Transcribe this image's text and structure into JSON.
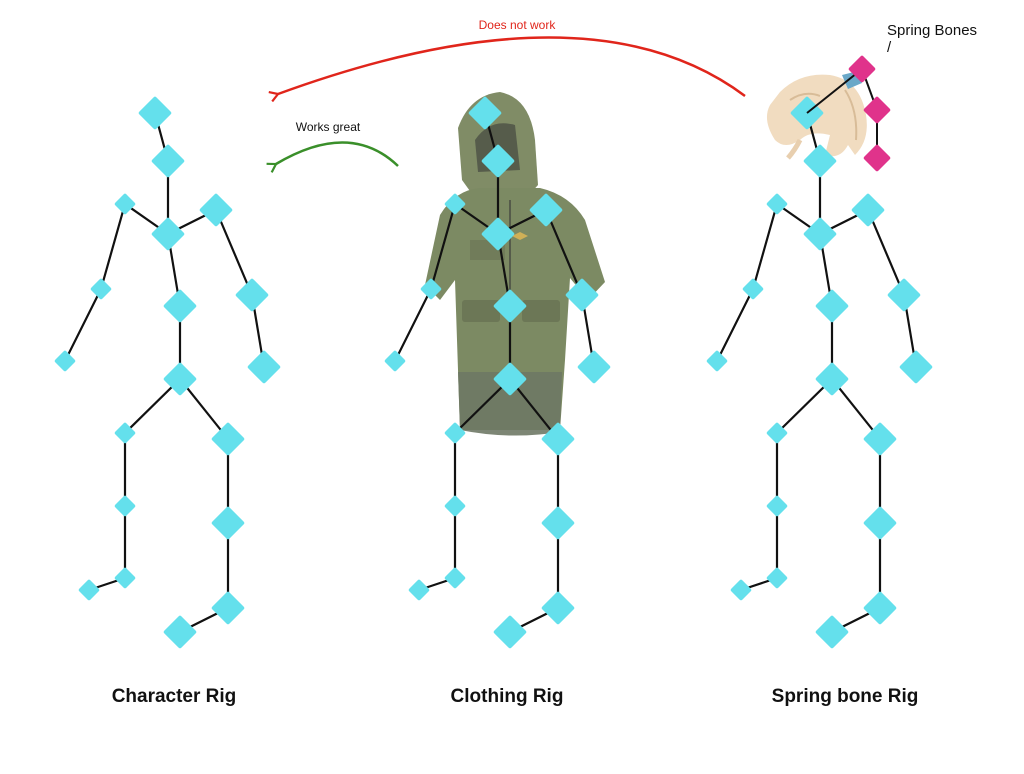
{
  "annotations": {
    "does_not_work": "Does not work",
    "works_great": "Works great",
    "spring_bones": "Spring Bones",
    "spring_bones_slash": "/"
  },
  "captions": {
    "character_rig": "Character Rig",
    "clothing_rig": "Clothing Rig",
    "spring_bone_rig": "Spring bone Rig"
  },
  "colors": {
    "joint": "#64e0ec",
    "bone": "#111111",
    "spring_joint": "#e0338b",
    "red_arrow": "#e0251b",
    "green_arrow": "#3a8f2a",
    "jacket": "#6b7a4e",
    "jacket_dark": "#4f5a3c",
    "hair": "#f1dcc0"
  },
  "icons": {
    "joint_marker": "diamond",
    "jacket_picture": "hooded-rain-jacket",
    "hair_picture": "anime-hair-ponytail"
  }
}
